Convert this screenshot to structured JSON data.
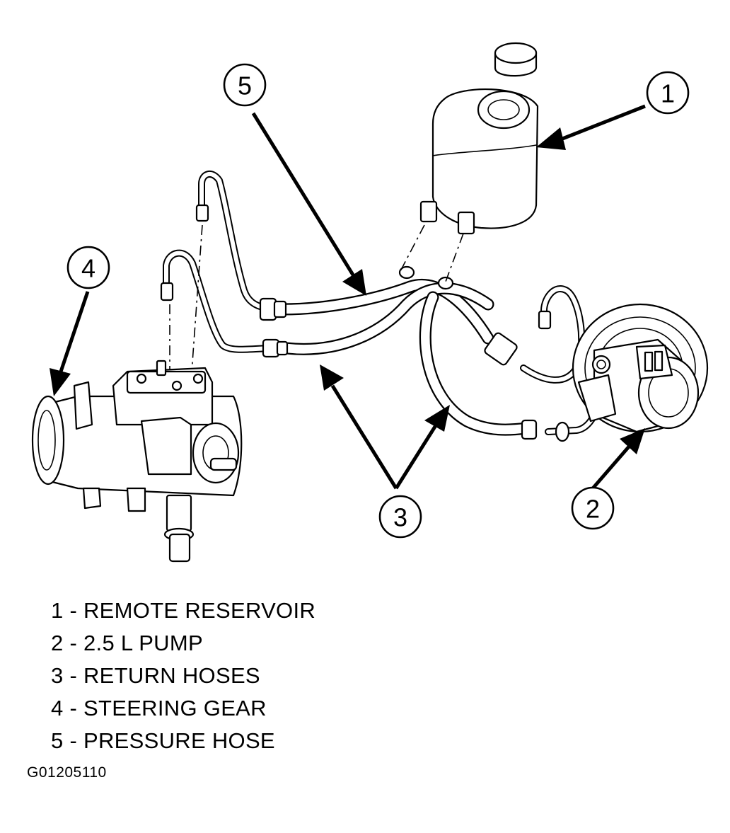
{
  "callouts": [
    {
      "number": "1"
    },
    {
      "number": "2"
    },
    {
      "number": "3"
    },
    {
      "number": "4"
    },
    {
      "number": "5"
    }
  ],
  "legend": [
    {
      "number": "1",
      "sep": " - ",
      "label": "REMOTE RESERVOIR"
    },
    {
      "number": "2",
      "sep": " - ",
      "label": "2.5 L PUMP"
    },
    {
      "number": "3",
      "sep": " - ",
      "label": "RETURN HOSES"
    },
    {
      "number": "4",
      "sep": " - ",
      "label": "STEERING GEAR"
    },
    {
      "number": "5",
      "sep": " - ",
      "label": "PRESSURE HOSE"
    }
  ],
  "figure_id": "G01205110"
}
